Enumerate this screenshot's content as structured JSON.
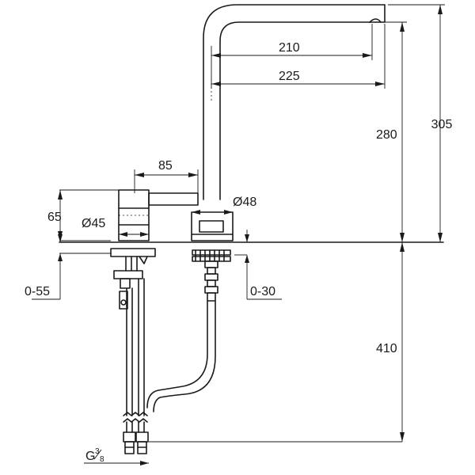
{
  "dimensions": {
    "spout_reach_inner": "210",
    "spout_reach_outer": "225",
    "spout_height": "280",
    "total_height": "305",
    "handle_offset": "85",
    "handle_body_height": "65",
    "handle_diameter": "Ø45",
    "spout_diameter": "Ø48",
    "handle_deck_thickness": "0-55",
    "spout_deck_thickness": "0-30",
    "supply_length": "410",
    "thread_size": "G",
    "thread_fraction_num": "3",
    "thread_fraction_den": "8"
  }
}
